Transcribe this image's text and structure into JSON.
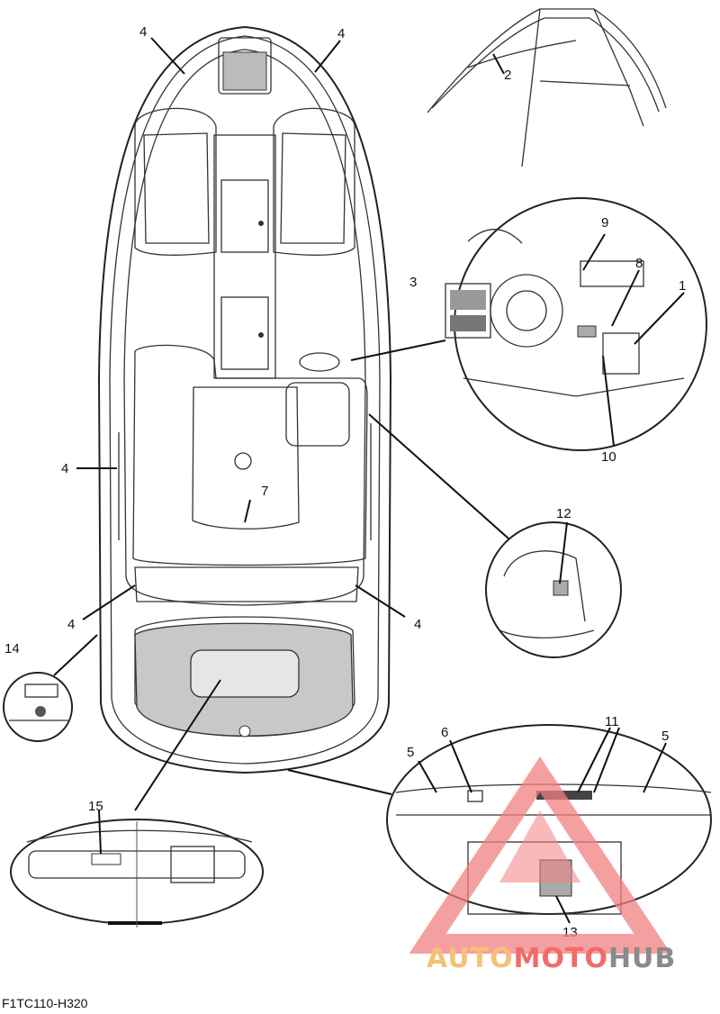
{
  "diagram": {
    "code": "F1TC110-H320",
    "callouts": [
      {
        "id": "c4a",
        "text": "4"
      },
      {
        "id": "c4b",
        "text": "4"
      },
      {
        "id": "c2",
        "text": "2"
      },
      {
        "id": "c9",
        "text": "9"
      },
      {
        "id": "c3",
        "text": "3"
      },
      {
        "id": "c8",
        "text": "8"
      },
      {
        "id": "c1",
        "text": "1"
      },
      {
        "id": "c10",
        "text": "10"
      },
      {
        "id": "c4c",
        "text": "4"
      },
      {
        "id": "c7",
        "text": "7"
      },
      {
        "id": "c12",
        "text": "12"
      },
      {
        "id": "c4d",
        "text": "4"
      },
      {
        "id": "c4e",
        "text": "4"
      },
      {
        "id": "c14",
        "text": "14"
      },
      {
        "id": "c5a",
        "text": "5"
      },
      {
        "id": "c6",
        "text": "6"
      },
      {
        "id": "c11",
        "text": "11"
      },
      {
        "id": "c5b",
        "text": "5"
      },
      {
        "id": "c15",
        "text": "15"
      },
      {
        "id": "c13",
        "text": "13"
      }
    ]
  },
  "watermark": {
    "part1": "AUTO",
    "part2": "MOTO",
    "part3": "HUB",
    "colors": {
      "auto": "#f5c07a",
      "moto": "#f26b6b",
      "hub": "#8a8a8a",
      "logo": "#f08080"
    }
  }
}
